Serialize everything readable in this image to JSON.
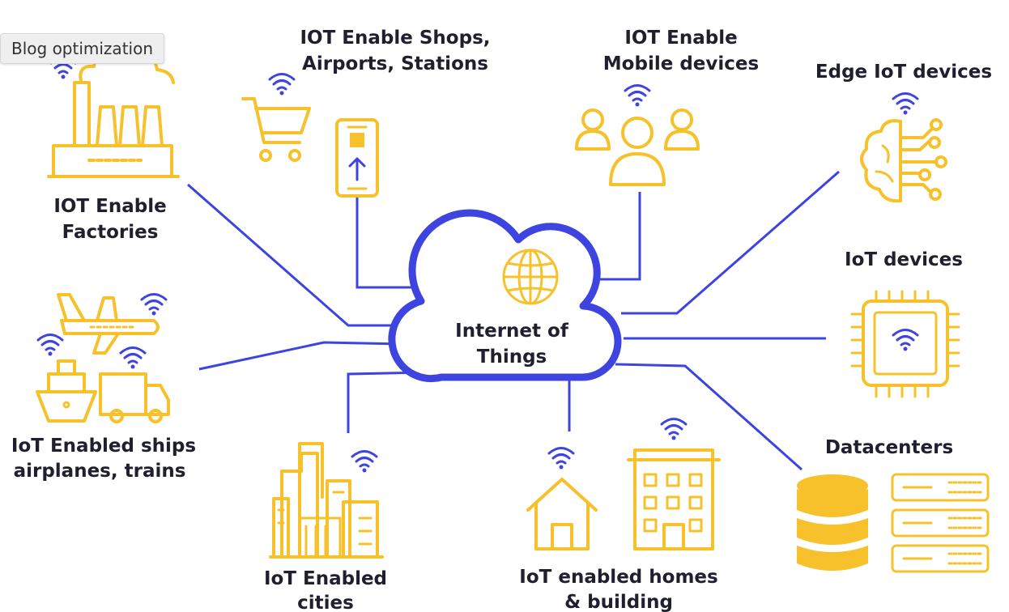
{
  "tooltip": "Blog optimization",
  "center": {
    "line1": "Internet of",
    "line2": "Things"
  },
  "nodes": {
    "factories": {
      "line1": "IOT Enable",
      "line2": "Factories"
    },
    "shops": {
      "line1": "IOT Enable Shops,",
      "line2": "Airports, Stations"
    },
    "mobile": {
      "line1": "IOT Enable",
      "line2": "Mobile devices"
    },
    "edge": {
      "line1": "Edge IoT devices"
    },
    "iot_devices": {
      "line1": "IoT devices"
    },
    "datacenters": {
      "line1": "Datacenters"
    },
    "homes": {
      "line1": "IoT enabled homes",
      "line2": "& building"
    },
    "cities": {
      "line1": "IoT Enabled",
      "line2": "cities"
    },
    "transport": {
      "line1": "IoT Enabled ships",
      "line2": "airplanes, trains"
    }
  },
  "colors": {
    "icon": "#f6c12a",
    "connector": "#3d44e0",
    "text": "#1f1f2e"
  },
  "icons": [
    "factory-icon",
    "shopping-cart-icon",
    "smartphone-icon",
    "people-icon",
    "brain-circuit-icon",
    "chip-icon",
    "database-icon",
    "server-rack-icon",
    "house-icon",
    "office-building-icon",
    "city-skyline-icon",
    "airplane-icon",
    "ship-icon",
    "truck-icon",
    "globe-icon",
    "wifi-icon"
  ]
}
